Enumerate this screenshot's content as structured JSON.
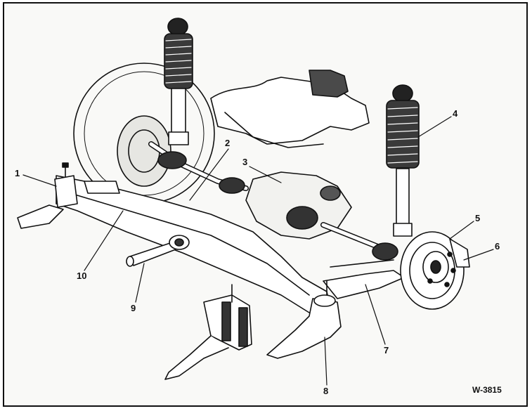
{
  "figure": {
    "code": "W-3815"
  },
  "callouts": [
    "1",
    "2",
    "3",
    "4",
    "5",
    "6",
    "7",
    "8",
    "9",
    "10"
  ],
  "colors": {
    "ink": "#111111",
    "paper": "#ffffff"
  }
}
